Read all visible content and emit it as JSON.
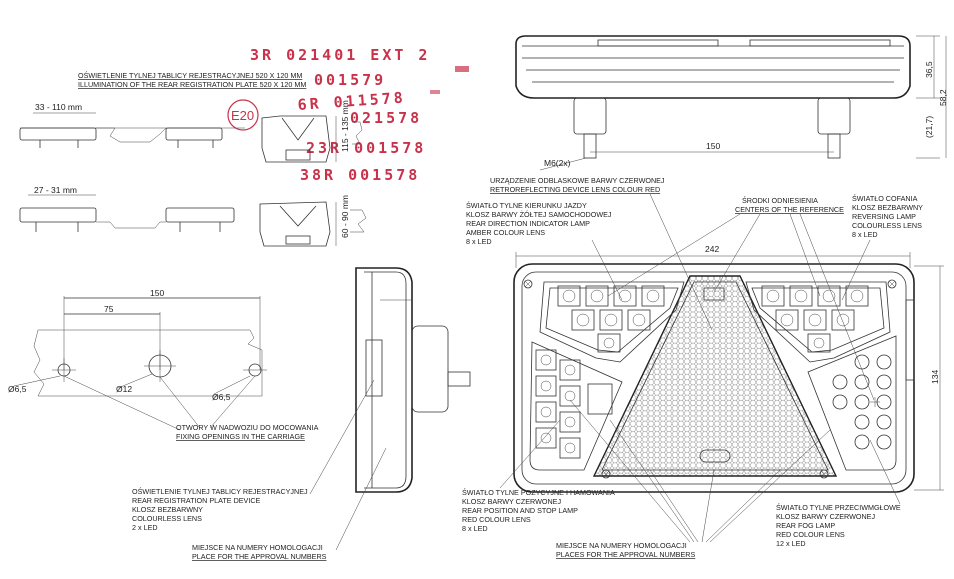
{
  "stamps": [
    "3R 021401 EXT 2",
    "001579",
    "6R 011578",
    "021578",
    "23R 001578",
    "38R 001578"
  ],
  "e_mark": "E20",
  "plate_light_title_pl": "OŚWIETLENIE TYLNEJ TABLICY REJESTRACYJNEJ 520 X 120 MM",
  "plate_light_title_en": "ILLUMINATION OF THE REAR REGISTRATION PLATE 520 X 120 MM",
  "dims": {
    "d33_110": "33 - 110 mm",
    "d27_31": "27 - 31 mm",
    "d115_135": "115 - 135 mm",
    "d60_90": "60 - 90 mm",
    "d150_top": "150",
    "d150_left": "150",
    "d75": "75",
    "d6_5_a": "Ø6,5",
    "d12": "Ø12",
    "d6_5_b": "Ø6,5",
    "m6": "M6(2x)",
    "d242": "242",
    "d134": "134",
    "d36_5": "36,5",
    "d58_2": "58,2",
    "d21_7": "(21,7)"
  },
  "labels": {
    "fixing_pl": "OTWORY W NADWOZIU DO MOCOWANIA",
    "fixing_en": "FIXING OPENINGS IN THE CARRIAGE",
    "reflex": [
      "URZĄDZENIE ODBLASKOWE BARWY CZERWONEJ",
      "RETROREFLECTING DEVICE LENS COLOUR RED"
    ],
    "centers": [
      "ŚRODKI ODNIESIENIA",
      "CENTERS OF THE REFERENCE"
    ],
    "direction": [
      "ŚWIATŁO TYLNE KIERUNKU JAZDY",
      "KLOSZ BARWY ŻÓŁTEJ SAMOCHODOWEJ",
      "REAR DIRECTION INDICATOR LAMP",
      "AMBER COLOUR LENS",
      "8 x LED"
    ],
    "reversing": [
      "ŚWIATŁO COFANIA",
      "KLOSZ BEZBARWNY",
      "REVERSING LAMP",
      "COLOURLESS LENS",
      "8 x LED"
    ],
    "plate_device": [
      "OŚWIETLENIE TYLNEJ TABLICY REJESTRACYJNEJ",
      "REAR REGISTRATION PLATE DEVICE",
      "KLOSZ BEZBARWNY",
      "COLOURLESS LENS",
      "2 x LED"
    ],
    "approval_left": [
      "MIEJSCE NA NUMERY HOMOLOGACJI",
      "PLACE FOR THE APPROVAL NUMBERS"
    ],
    "position_stop": [
      "ŚWIATŁO TYLNE POZYCYJNE I HAMOWANIA",
      "KLOSZ BARWY CZERWONEJ",
      "REAR POSITION AND STOP LAMP",
      "RED COLOUR LENS",
      "8 x LED"
    ],
    "approval_mid": [
      "MIEJSCE NA NUMERY HOMOLOGACJI",
      "PLACES FOR THE APPROVAL NUMBERS"
    ],
    "fog": [
      "ŚWIATŁO TYLNE PRZECIWMGŁOWE",
      "KLOSZ BARWY CZERWONEJ",
      "REAR FOG LAMP",
      "RED COLOUR LENS",
      "12 x LED"
    ]
  },
  "colors": {
    "stamp": "#c8324a",
    "line": "#333333"
  }
}
